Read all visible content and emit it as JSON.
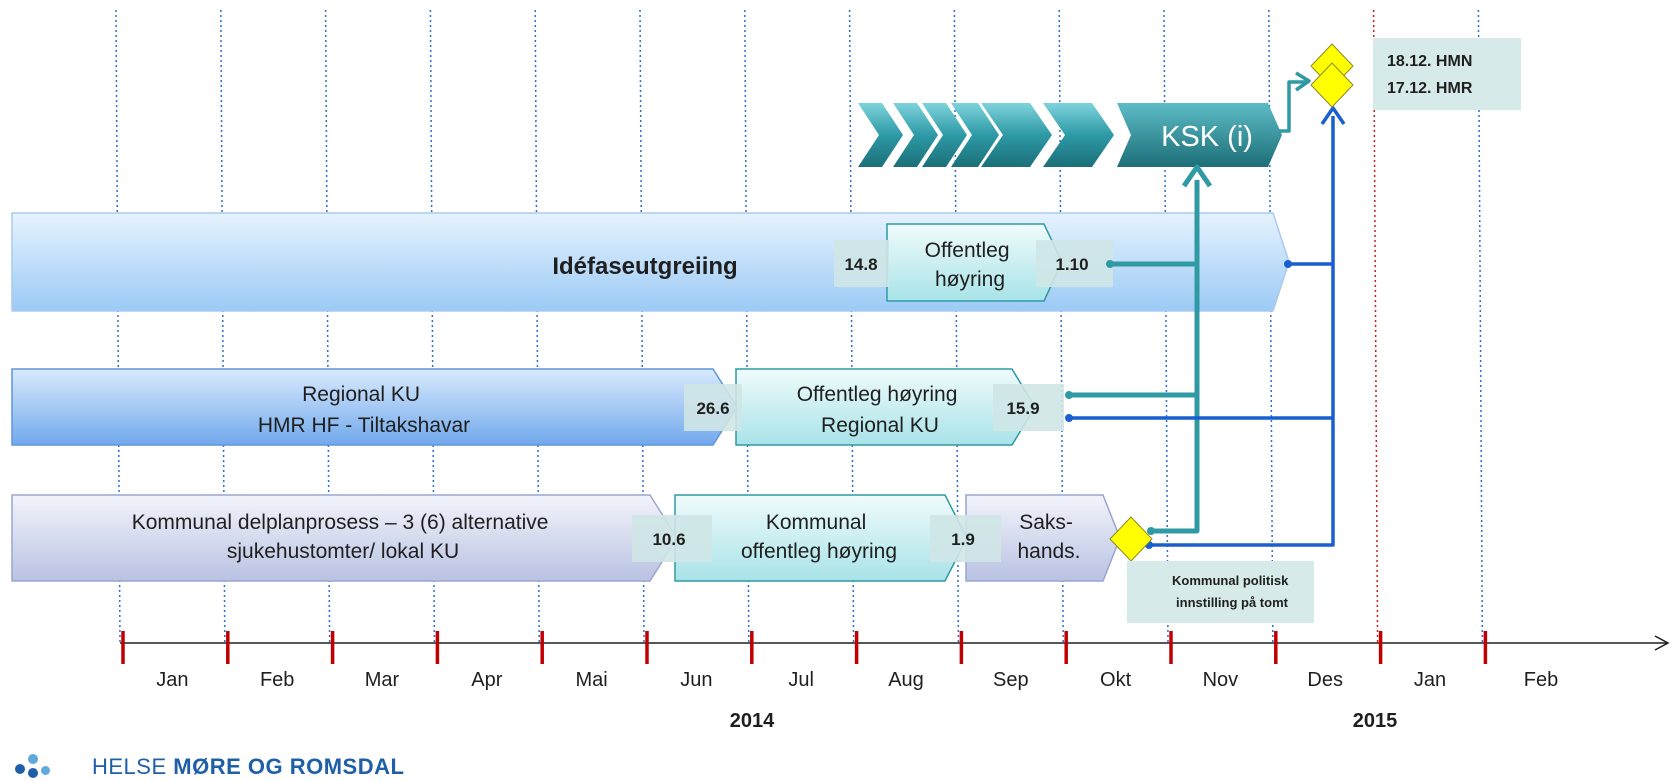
{
  "timeline": {
    "months": [
      "Jan",
      "Feb",
      "Mar",
      "Apr",
      "Mai",
      "Jun",
      "Jul",
      "Aug",
      "Sep",
      "Okt",
      "Nov",
      "Des",
      "Jan",
      "Feb"
    ],
    "years": [
      "2014",
      "2015"
    ]
  },
  "process": {
    "final_step_label": "KSK (i)"
  },
  "milestones": {
    "board_decisions": [
      "18.12. HMN",
      "17.12. HMR"
    ],
    "municipal_recommendation": "Kommunal politisk innstilling på tomt"
  },
  "rows": {
    "idefase": {
      "label": "Idéfaseutgreiing",
      "hearing_label": [
        "Offentleg",
        "høyring"
      ],
      "start_date": "14.8",
      "end_date": "1.10"
    },
    "regional": {
      "label": [
        "Regional KU",
        "HMR HF - Tiltakshavar"
      ],
      "hearing_label": [
        "Offentleg høyring",
        "Regional KU"
      ],
      "start_date": "26.6",
      "end_date": "15.9"
    },
    "kommunal": {
      "label": [
        "Kommunal delplanprosess – 3 (6) alternative",
        "sjukehustomter/ lokal KU"
      ],
      "hearing_label": [
        "Kommunal",
        "offentleg høyring"
      ],
      "processing_label": [
        "Saks-",
        "hands."
      ],
      "start_date": "10.6",
      "end_date": "1.9"
    }
  },
  "organization": {
    "logo_text_light": "HELSE",
    "logo_text_bold": "MØRE OG ROMSDAL"
  },
  "colors": {
    "teal": "#2f9aa3",
    "blue_connector": "#1a5fd0",
    "diamond": "#ffff00",
    "tick": "#c00000",
    "gridline": "#2b6fd6",
    "year_divider": "#d11a1a",
    "date_box": "#d6eaea"
  }
}
